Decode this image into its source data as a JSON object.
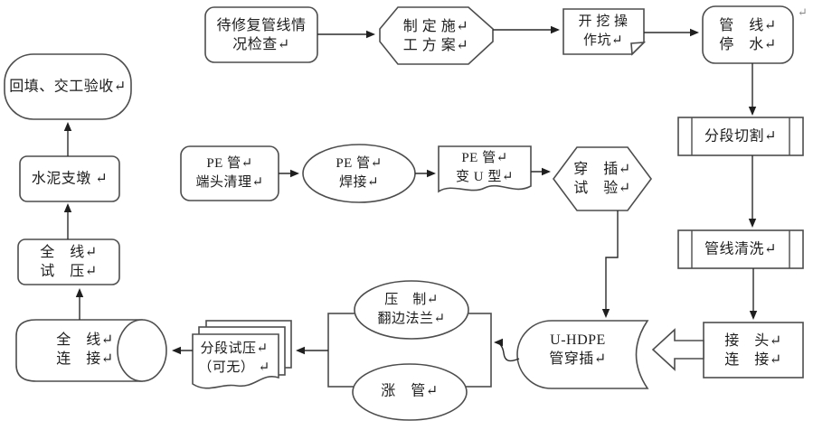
{
  "diagram": {
    "type": "flowchart",
    "background": "#ffffff",
    "stroke_color": "#4d4d4d",
    "text_color": "#1c1c1c",
    "return_mark": "↵",
    "nodes": {
      "inspect": {
        "shape": "rounded-rectangle",
        "label": "待修复管线情\n况检查↵"
      },
      "plan": {
        "shape": "octagon",
        "label": "制 定 施↵\n工 方 案↵"
      },
      "dig_pit": {
        "shape": "note",
        "label": "开 挖 操\n作坑↵"
      },
      "stop_water": {
        "shape": "rounded-rectangle",
        "label": "管　线↵\n停　水↵"
      },
      "segment_cut": {
        "shape": "predefined-process",
        "label": "分段切割↵"
      },
      "pipeline_clean": {
        "shape": "predefined-process",
        "label": "管线清洗↵"
      },
      "joint_connect": {
        "shape": "rectangle",
        "label": "接　头↵\n连　接↵"
      },
      "pe_end_clean": {
        "shape": "rounded-rectangle",
        "label": "PE 管↵\n端头清理↵"
      },
      "pe_weld": {
        "shape": "ellipse",
        "label": "PE 管↵\n焊接↵"
      },
      "pe_u_shape": {
        "shape": "document",
        "label": "PE 管↵\n变 U 型↵"
      },
      "insert_test": {
        "shape": "hexagon",
        "label": "穿　插↵\n试　验↵"
      },
      "uhdpe_insert": {
        "shape": "delay",
        "label": "U-HDPE\n管穿插↵"
      },
      "press_flange": {
        "shape": "ellipse",
        "label": "压　制↵\n翻边法兰↵"
      },
      "expand_pipe": {
        "shape": "ellipse",
        "label": "涨　管↵"
      },
      "segment_test": {
        "shape": "multi-document",
        "label": "分段试压↵\n（可无） ↵"
      },
      "full_connect": {
        "shape": "cylinder",
        "label": "全　线↵\n连　接↵"
      },
      "full_test": {
        "shape": "rounded-rectangle",
        "label": "全　线↵\n试　压↵"
      },
      "cement_support": {
        "shape": "rounded-rectangle",
        "label": "水泥支墩 ↵"
      },
      "backfill_accept": {
        "shape": "terminator",
        "label": "回填、交工验收↵"
      }
    },
    "edges": [
      {
        "from": "inspect",
        "to": "plan"
      },
      {
        "from": "plan",
        "to": "dig_pit"
      },
      {
        "from": "dig_pit",
        "to": "stop_water"
      },
      {
        "from": "stop_water",
        "to": "segment_cut"
      },
      {
        "from": "segment_cut",
        "to": "pipeline_clean"
      },
      {
        "from": "pipeline_clean",
        "to": "joint_connect"
      },
      {
        "from": "joint_connect",
        "to": "uhdpe_insert",
        "style": "block-arrow"
      },
      {
        "from": "pe_end_clean",
        "to": "pe_weld"
      },
      {
        "from": "pe_weld",
        "to": "pe_u_shape"
      },
      {
        "from": "pe_u_shape",
        "to": "insert_test"
      },
      {
        "from": "insert_test",
        "to": "uhdpe_insert"
      },
      {
        "from": "uhdpe_insert",
        "to": "press_flange_expand_group"
      },
      {
        "from": "press_flange_expand_group",
        "to": "segment_test"
      },
      {
        "from": "segment_test",
        "to": "full_connect"
      },
      {
        "from": "full_connect",
        "to": "full_test"
      },
      {
        "from": "full_test",
        "to": "cement_support"
      },
      {
        "from": "cement_support",
        "to": "backfill_accept"
      }
    ]
  }
}
